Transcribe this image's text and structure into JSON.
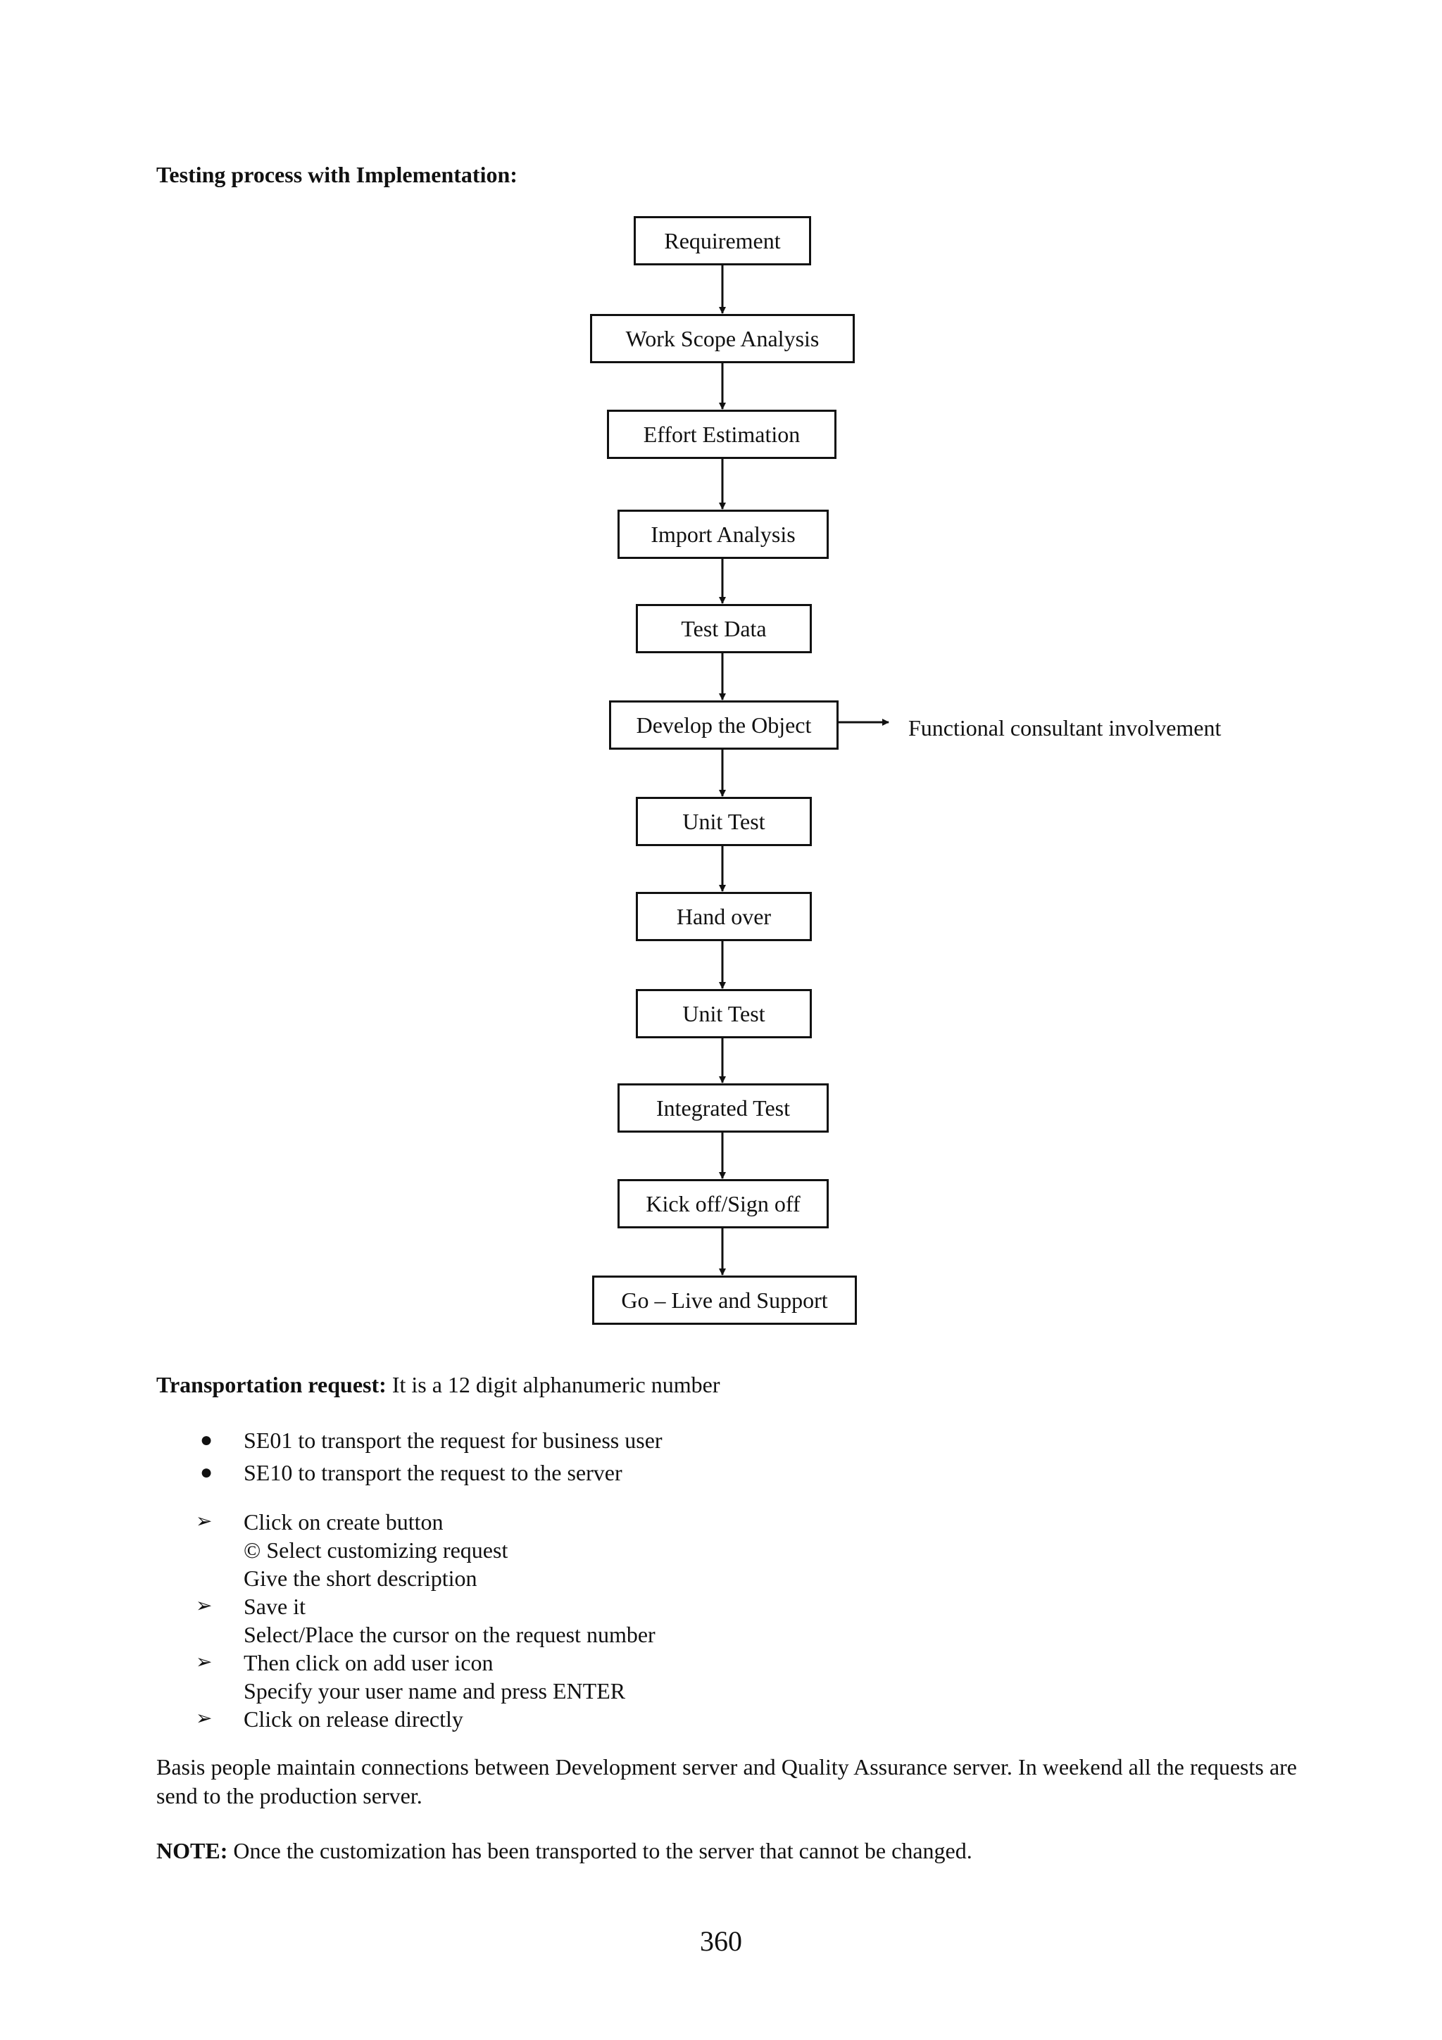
{
  "heading": "Testing process with Implementation:",
  "flowchart": {
    "steps": [
      "Requirement",
      "Work Scope Analysis",
      "Effort Estimation",
      "Import Analysis",
      "Test Data",
      "Develop the Object",
      "Unit Test",
      "Hand over",
      "Unit Test",
      "Integrated Test",
      "Kick off/Sign off",
      "Go – Live and Support"
    ],
    "side_note": "Functional consultant involvement"
  },
  "transport": {
    "label": "Transportation request:",
    "text": " It is a 12 digit alphanumeric number"
  },
  "bullets": [
    "SE01 to transport the request for business user",
    "SE10 to transport the request to the server"
  ],
  "steps_list": [
    {
      "marker": true,
      "text": "Click on create button"
    },
    {
      "marker": false,
      "text": "© Select customizing request"
    },
    {
      "marker": false,
      "text": "Give the short description"
    },
    {
      "marker": true,
      "text": "Save it"
    },
    {
      "marker": false,
      "text": "Select/Place the cursor on the request number"
    },
    {
      "marker": true,
      "text": "Then click on add user icon"
    },
    {
      "marker": false,
      "text": "Specify your user name and press ENTER"
    },
    {
      "marker": true,
      "text": "Click on release directly"
    }
  ],
  "paragraph": "Basis people maintain connections between Development server and Quality Assurance server. In weekend all the requests are send to the production server.",
  "note": {
    "label": "NOTE:",
    "text": " Once the customization has been transported to the server that cannot be changed."
  },
  "page_number": "360"
}
